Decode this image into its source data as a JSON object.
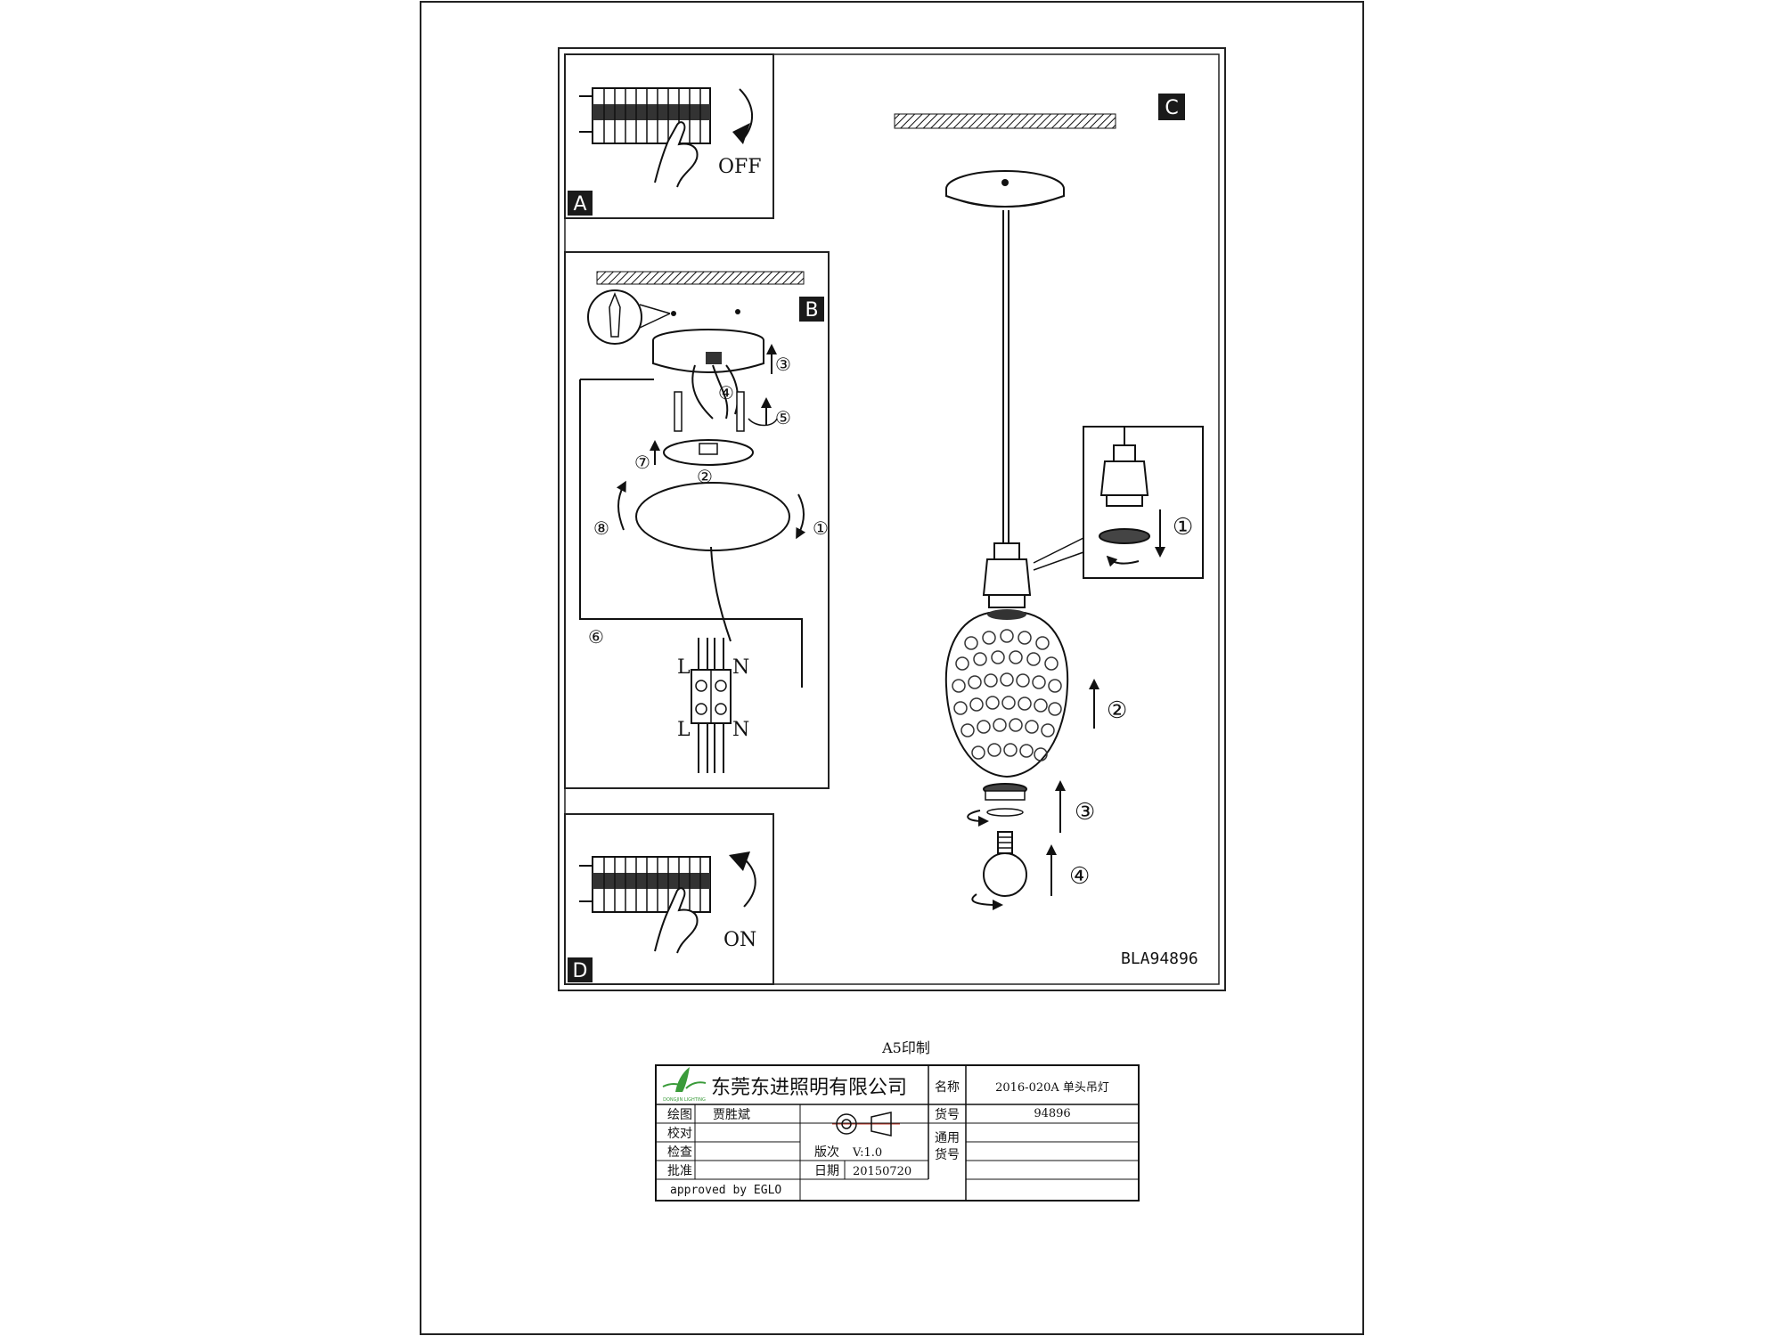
{
  "panels": {
    "a": {
      "letter": "A",
      "action": "OFF"
    },
    "b": {
      "letter": "B",
      "step_labels": [
        "③",
        "④",
        "⑤",
        "⑦",
        "②",
        "⑧",
        "①",
        "⑥"
      ],
      "terminal_top": [
        "L",
        "N"
      ],
      "terminal_bottom": [
        "L",
        "N"
      ]
    },
    "c": {
      "letter": "C",
      "step_labels": [
        "①",
        "②",
        "③",
        "④"
      ],
      "model_code": "BLA94896"
    },
    "d": {
      "letter": "D",
      "action": "ON"
    }
  },
  "print_note": "A5印制",
  "title_block": {
    "company": "东莞东进照明有限公司",
    "logo_text": "DONGJIN LIGHTING",
    "name_label": "名称",
    "name_value": "2016-020A 单头吊灯",
    "drawer_label": "绘图",
    "drawer_value": "贾胜斌",
    "proof_label": "校对",
    "check_label": "检查",
    "approve_label": "批准",
    "item_label": "货号",
    "item_value": "94896",
    "common_item_label_1": "通用",
    "common_item_label_2": "货号",
    "version_label": "版次",
    "version_value": "V:1.0",
    "date_label": "日期",
    "date_value": "20150720",
    "approved": "approved by EGLO"
  }
}
